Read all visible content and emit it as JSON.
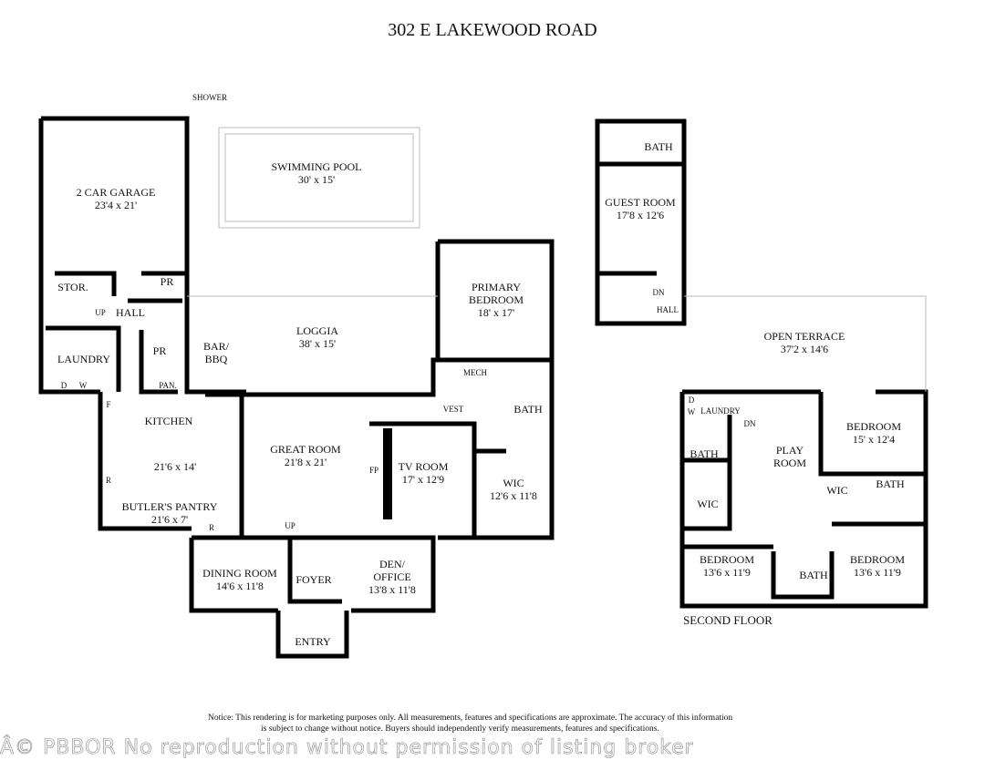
{
  "title": "302 E LAKEWOOD ROAD",
  "first_floor": {
    "shower": "SHOWER",
    "pool": {
      "name": "SWIMMING POOL",
      "size": "30' x 15'"
    },
    "garage": {
      "name": "2 CAR GARAGE",
      "size": "23'4 x 21'"
    },
    "stor": "STOR.",
    "up1": "UP",
    "hall": "HALL",
    "pr1": "PR",
    "pr2": "PR",
    "laundry": "LAUNDRY",
    "d": "D",
    "w": "W",
    "pan": "PAN.",
    "bar": "BAR/",
    "bbq": "BBQ",
    "loggia": {
      "name": "LOGGIA",
      "size": "38' x 15'"
    },
    "primary": {
      "name1": "PRIMARY",
      "name2": "BEDROOM",
      "size": "18' x 17'"
    },
    "mech": "MECH",
    "vest": "VEST",
    "bath": "BATH",
    "kitchen": {
      "name": "KITCHEN",
      "size": "21'6 x 14'"
    },
    "f": "F",
    "r1": "R",
    "r2": "R",
    "butler": {
      "name": "BUTLER'S PANTRY",
      "size": "21'6 x 7'"
    },
    "great": {
      "name": "GREAT ROOM",
      "size": "21'8 x 21'"
    },
    "fp": "FP",
    "up2": "UP",
    "tv": {
      "name": "TV ROOM",
      "size": "17' x 12'9"
    },
    "wic": {
      "name": "WIC",
      "size": "12'6 x 11'8"
    },
    "dining": {
      "name": "DINING ROOM",
      "size": "14'6 x 11'8"
    },
    "foyer": "FOYER",
    "den": {
      "name1": "DEN/",
      "name2": "OFFICE",
      "size": "13'8 x 11'8"
    },
    "entry": "ENTRY"
  },
  "guest": {
    "bath": "BATH",
    "room": {
      "name": "GUEST ROOM",
      "size": "17'8 x 12'6"
    },
    "dn": "DN",
    "hall": "HALL"
  },
  "second_floor": {
    "label": "SECOND FLOOR",
    "terrace": {
      "name": "OPEN TERRACE",
      "size": "37'2 x 14'6"
    },
    "d": "D",
    "w": "W",
    "laundry": "LAUNDRY",
    "dn": "DN",
    "bath1": "BATH",
    "wic1": "WIC",
    "play1": "PLAY",
    "play2": "ROOM",
    "bed1": {
      "name": "BEDROOM",
      "size": "15' x 12'4"
    },
    "wic2": "WIC",
    "bath2": "BATH",
    "bed2": {
      "name": "BEDROOM",
      "size": "13'6 x 11'9"
    },
    "bath3": "BATH",
    "bed3": {
      "name": "BEDROOM",
      "size": "13'6 x 11'9"
    }
  },
  "watermark": "Â© PBBOR No reproduction without permission of listing broker",
  "notice": [
    "Notice: This rendering is for marketing purposes only. All measurements, features and specifications are approximate. The accuracy of this information",
    "is subject to change without notice. Buyers should independently verify measurements, features and specifications."
  ]
}
